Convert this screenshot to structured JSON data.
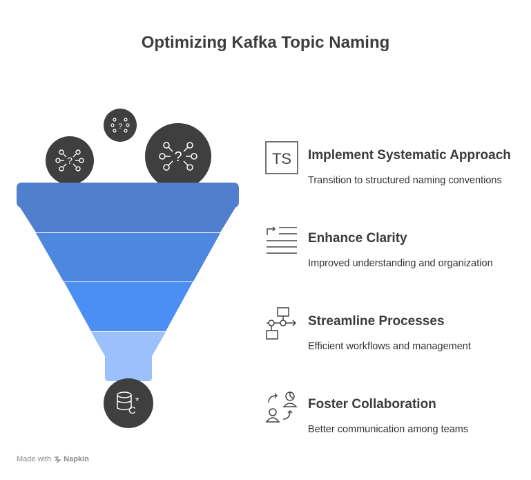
{
  "title": "Optimizing Kafka Topic Naming",
  "icons": {
    "input_bubbles": [
      "network-question-icon",
      "network-question-icon",
      "network-question-icon"
    ],
    "output_bubble": "database-c-asterisk-icon"
  },
  "funnel": {
    "stage_colors": [
      "#4f7fcd",
      "#4d87df",
      "#4b8ff5",
      "#9bc0fb"
    ]
  },
  "items": [
    {
      "heading": "Implement Systematic Approach",
      "desc": "Transition to structured naming conventions",
      "icon": "ts-box-icon"
    },
    {
      "heading": "Enhance Clarity",
      "desc": "Improved understanding and organization",
      "icon": "align-text-arrow-icon"
    },
    {
      "heading": "Streamline Processes",
      "desc": "Efficient workflows and management",
      "icon": "flow-chart-icon"
    },
    {
      "heading": "Foster Collaboration",
      "desc": "Better communication among teams",
      "icon": "people-collaboration-icon"
    }
  ],
  "footer": {
    "prefix": "Made with",
    "brand": "Napkin"
  }
}
